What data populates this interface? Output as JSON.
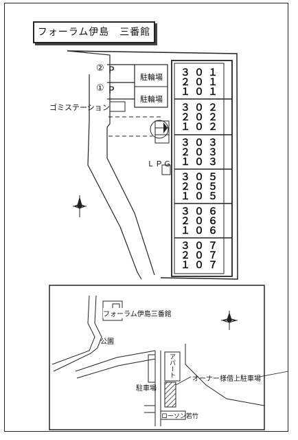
{
  "title": "フォーラム伊島　三番館",
  "parking": {
    "slot2_number": "②",
    "slot1_number": "①",
    "p_label": "P"
  },
  "bicycle_labels": [
    "駐輪場",
    "駐輪場"
  ],
  "garbage_station": "ゴミステーション",
  "lpg": "ＬＰＧ",
  "units": [
    [
      "３０１",
      "２０１",
      "１０１"
    ],
    [
      "３０２",
      "２０２",
      "１０２"
    ],
    [
      "３０３",
      "２０３",
      "１０３"
    ],
    [
      "３０５",
      "２０５",
      "１０５"
    ],
    [
      "３０６",
      "２０６",
      "１０６"
    ],
    [
      "３０７",
      "２０７",
      "１０７"
    ]
  ],
  "inset": {
    "building": "フォーラム伊島三番館",
    "park": "公園",
    "apartment": "アパート",
    "parking": "駐車場",
    "owner_parking": "オーナー様借上駐車場",
    "store": "ローソン若竹"
  }
}
